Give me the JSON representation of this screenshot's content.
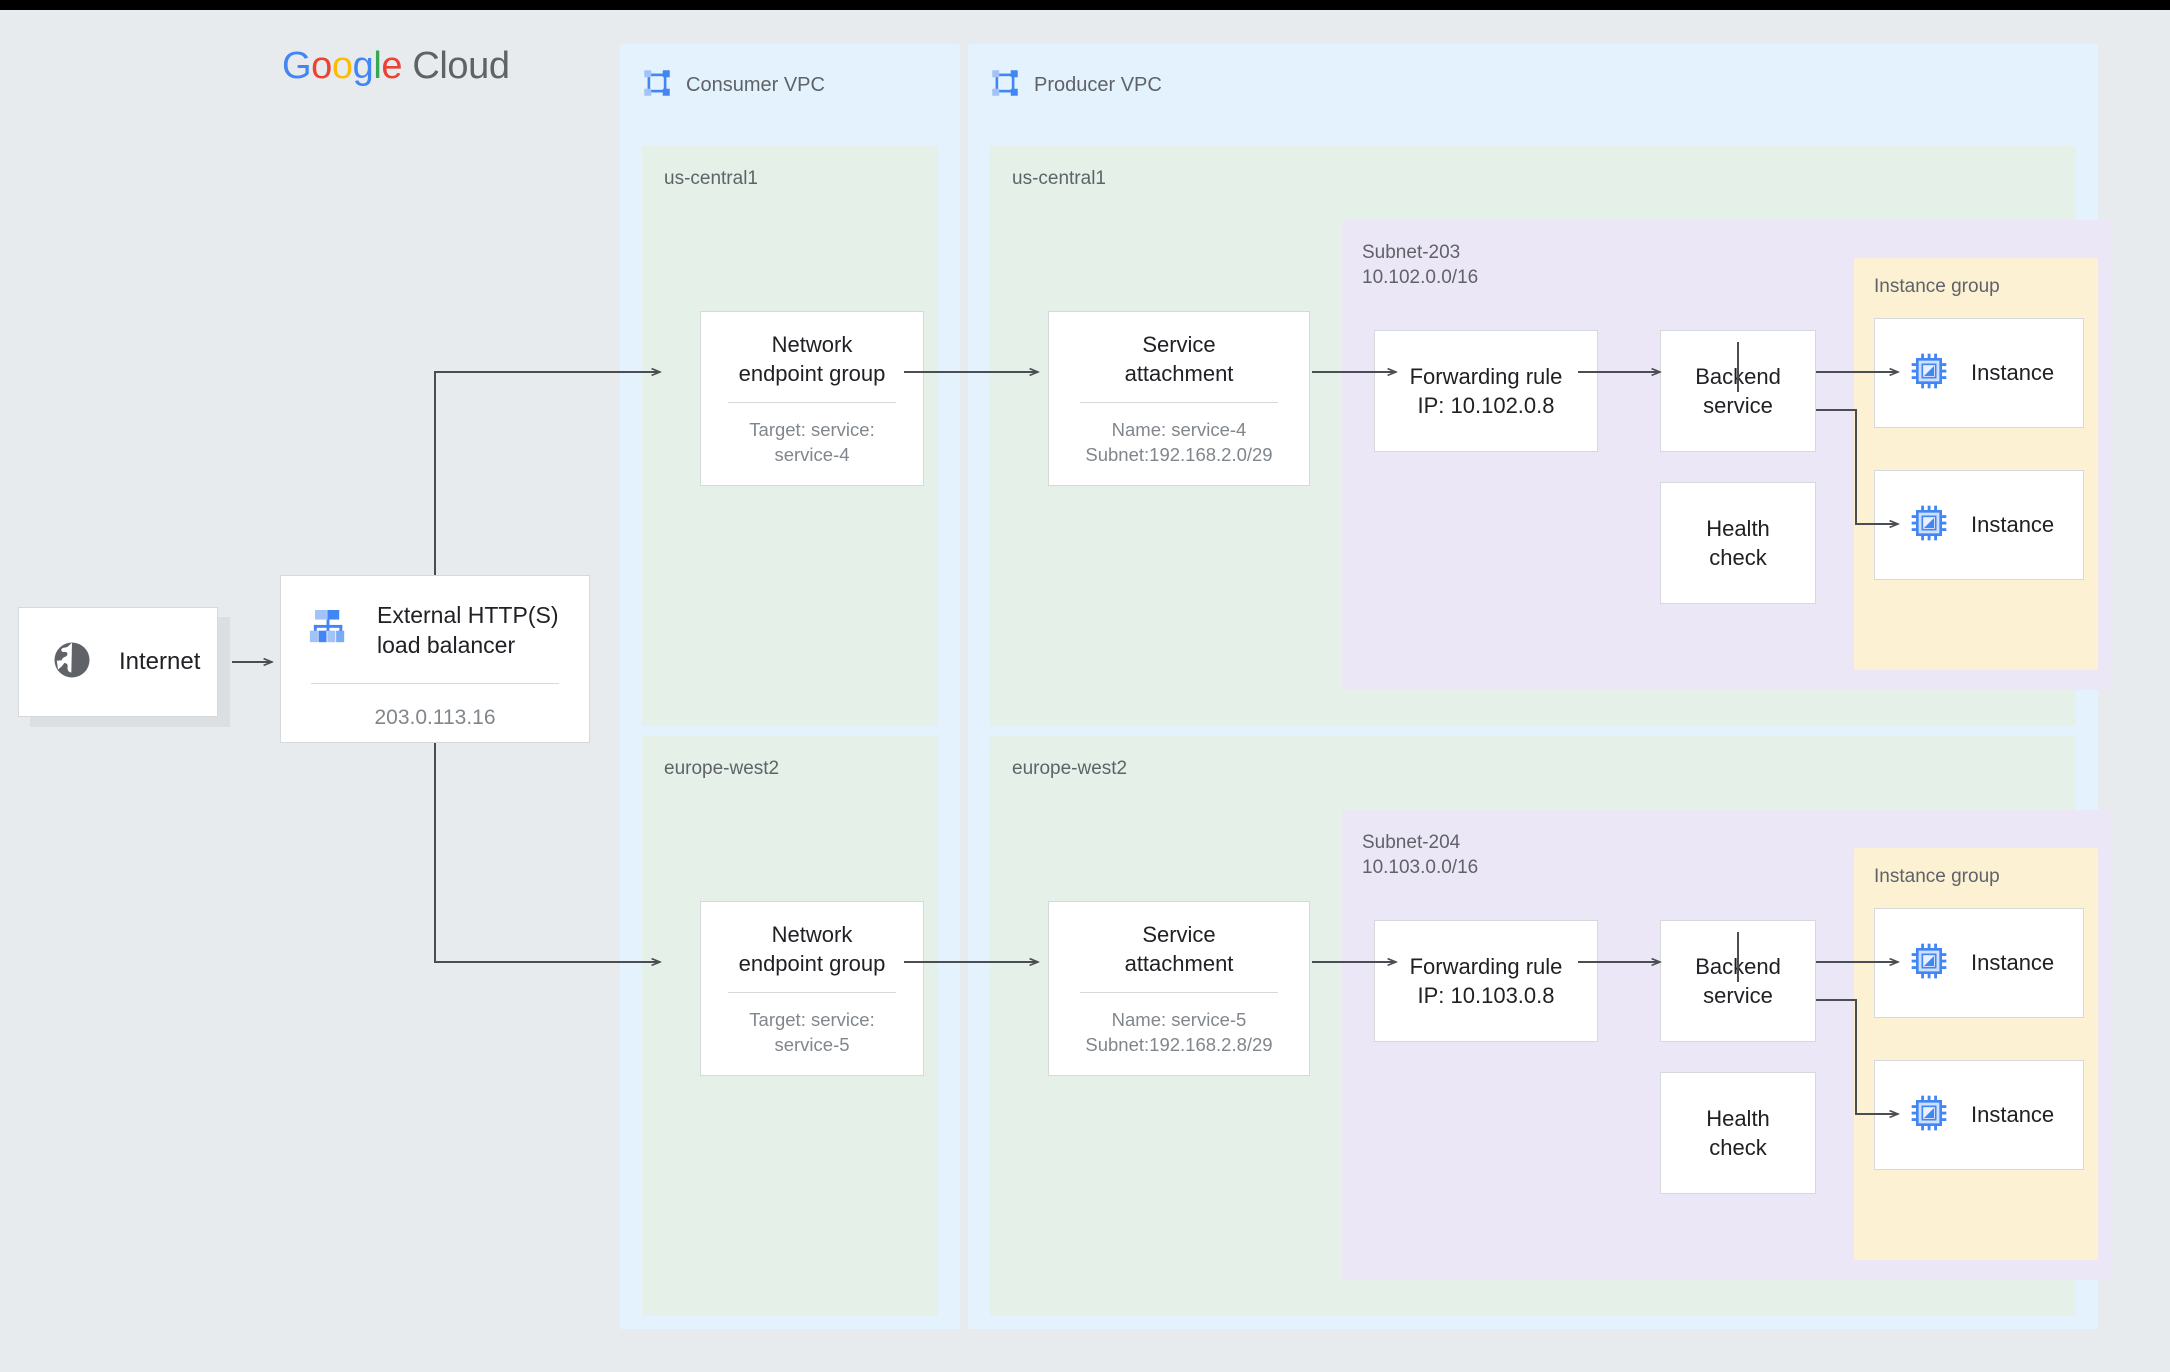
{
  "brand": {
    "logo_word_google": "Google",
    "logo_word_cloud": "Cloud",
    "colors": {
      "blue": "#4285F4",
      "red": "#EA4335",
      "yellow": "#FBBC05",
      "green": "#34A853",
      "vpc_bg": "#e3f2fd",
      "region_bg": "#e4f0e8",
      "subnet_bg": "#ece7f6",
      "instance_group_bg": "#fdf1d4"
    }
  },
  "internet": {
    "label": "Internet",
    "icon": "globe-icon"
  },
  "load_balancer": {
    "title_line1": "External HTTP(S)",
    "title_line2": "load balancer",
    "ip": "203.0.113.16",
    "icon": "load-balancer-hierarchy-icon"
  },
  "consumer_vpc": {
    "title": "Consumer VPC",
    "icon": "vpc-network-icon",
    "regions": [
      {
        "name": "us-central1",
        "neg": {
          "title_line1": "Network",
          "title_line2": "endpoint group",
          "sub_line1": "Target: service:",
          "sub_line2": "service-4"
        }
      },
      {
        "name": "europe-west2",
        "neg": {
          "title_line1": "Network",
          "title_line2": "endpoint group",
          "sub_line1": "Target: service:",
          "sub_line2": "service-5"
        }
      }
    ]
  },
  "producer_vpc": {
    "title": "Producer VPC",
    "icon": "vpc-network-icon",
    "regions": [
      {
        "name": "us-central1",
        "service_attachment": {
          "title_line1": "Service",
          "title_line2": "attachment",
          "sub_line1": "Name: service-4",
          "sub_line2": "Subnet:192.168.2.0/29"
        },
        "subnet": {
          "name": "Subnet-203",
          "cidr": "10.102.0.0/16"
        },
        "forwarding_rule": {
          "line1": "Forwarding rule",
          "line2": "IP: 10.102.0.8"
        },
        "backend_service": {
          "line1": "Backend",
          "line2": "service"
        },
        "health_check": {
          "line1": "Health",
          "line2": "check"
        },
        "instance_group": {
          "label": "Instance group",
          "instances": [
            {
              "label": "Instance",
              "icon": "vm-instance-chip-icon"
            },
            {
              "label": "Instance",
              "icon": "vm-instance-chip-icon"
            }
          ]
        }
      },
      {
        "name": "europe-west2",
        "service_attachment": {
          "title_line1": "Service",
          "title_line2": "attachment",
          "sub_line1": "Name: service-5",
          "sub_line2": "Subnet:192.168.2.8/29"
        },
        "subnet": {
          "name": "Subnet-204",
          "cidr": "10.103.0.0/16"
        },
        "forwarding_rule": {
          "line1": "Forwarding rule",
          "line2": "IP: 10.103.0.8"
        },
        "backend_service": {
          "line1": "Backend",
          "line2": "service"
        },
        "health_check": {
          "line1": "Health",
          "line2": "check"
        },
        "instance_group": {
          "label": "Instance group",
          "instances": [
            {
              "label": "Instance",
              "icon": "vm-instance-chip-icon"
            },
            {
              "label": "Instance",
              "icon": "vm-instance-chip-icon"
            }
          ]
        }
      }
    ]
  }
}
